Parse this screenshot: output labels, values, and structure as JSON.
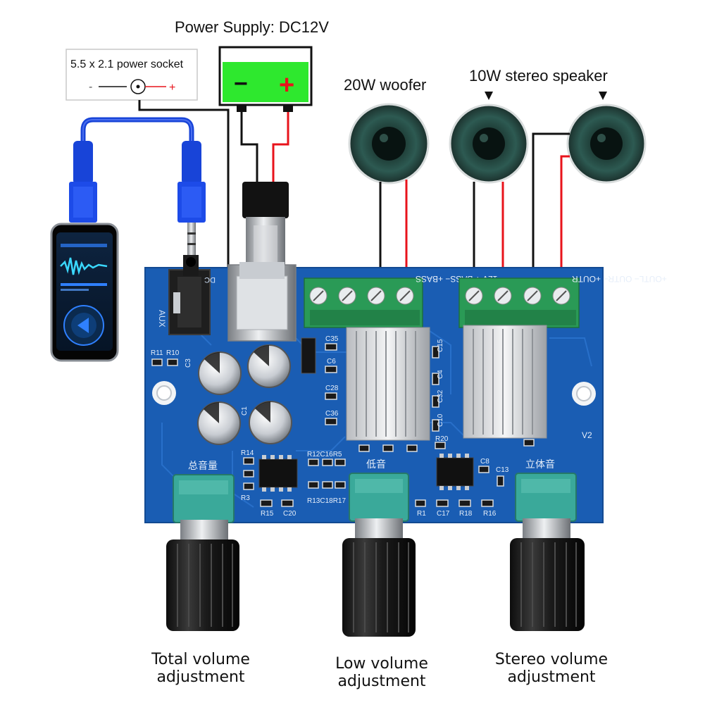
{
  "labels": {
    "power_supply": "Power Supply: DC12V",
    "socket": "5.5 x 2.1 power socket",
    "socket_minus": "-",
    "socket_plus": "+",
    "battery_minus": "−",
    "battery_plus": "+",
    "woofer": "20W woofer",
    "stereo_speaker": "10W stereo speaker",
    "knob_total_line1": "Total volume",
    "knob_total_line2": "adjustment",
    "knob_low_line1": "Low volume",
    "knob_low_line2": "adjustment",
    "knob_stereo_line1": "Stereo volume",
    "knob_stereo_line2": "adjustment"
  },
  "board": {
    "aux": "AUX",
    "dc": "DC",
    "terminal_left": "12V  +  BASS−  +BASS",
    "terminal_right": "+OUTL−  OUTR−  +OUTR",
    "version": "V2",
    "cn_total": "总音量",
    "cn_low": "低音",
    "cn_stereo": "立体音",
    "refs": {
      "r11": "R11",
      "r10": "R10",
      "c35": "C35",
      "c6": "C6",
      "c28": "C28",
      "c36": "C36",
      "c15": "C15",
      "c4": "C4",
      "c32": "C32",
      "c10": "C10",
      "r14": "R14",
      "r3": "R3",
      "r12c16r5": "R12C16R5",
      "r13c18r17": "R13C18R17",
      "r15": "R15",
      "c20": "C20",
      "r20": "R20",
      "c8": "C8",
      "c13": "C13",
      "r1": "R1",
      "c17": "C17",
      "r18": "R18",
      "r16": "R16",
      "c3": "C3",
      "c1": "C1"
    }
  },
  "colors": {
    "pcb": "#1a5db3",
    "battery": "#2ee82e",
    "wire_red": "#e8131b",
    "wire_black": "#111111",
    "terminal": "#2a9a56",
    "knob_base": "#3aa99a",
    "cable_blue": "#1844d8"
  }
}
